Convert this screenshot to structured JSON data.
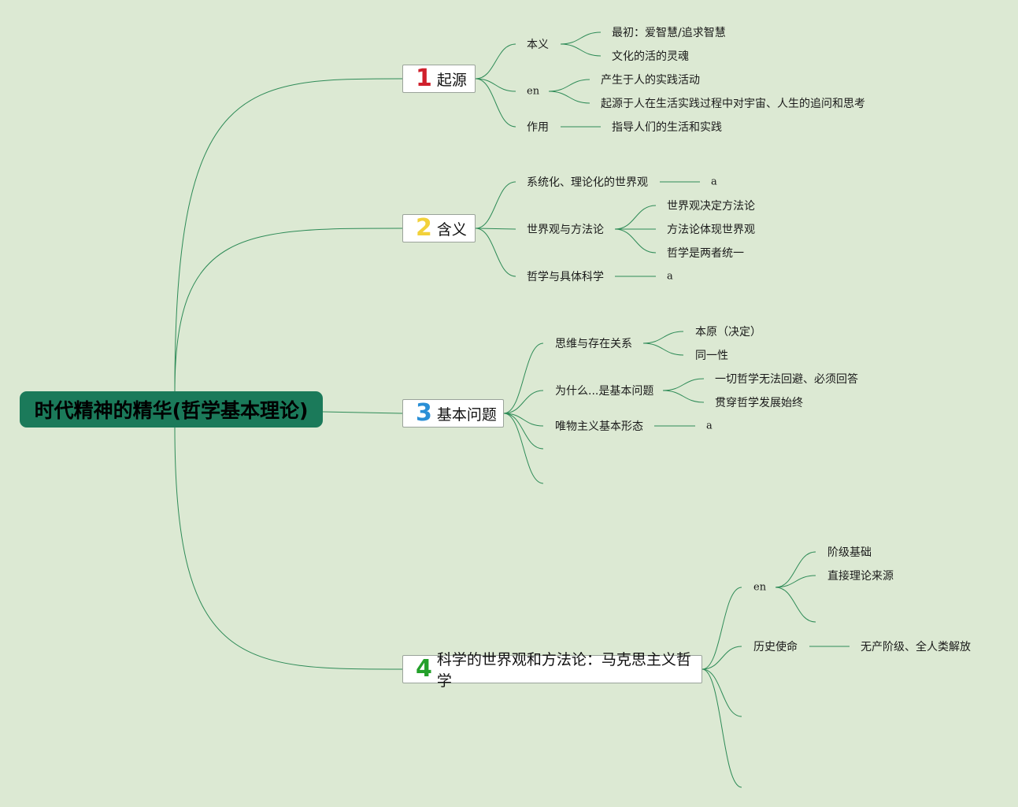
{
  "root": {
    "title": "时代精神的精华(哲学基本理论)"
  },
  "branches": [
    {
      "num": "1",
      "num_color": "#d0202c",
      "label": "起源",
      "children": [
        {
          "label": "本义",
          "children": [
            "最初：爱智慧/追求智慧",
            "文化的活的灵魂"
          ]
        },
        {
          "label": "en",
          "children": [
            "产生于人的实践活动",
            "起源于人在生活实践过程中对宇宙、人生的追问和思考"
          ]
        },
        {
          "label": "作用",
          "children": [
            "指导人们的生活和实践"
          ]
        }
      ]
    },
    {
      "num": "2",
      "num_color": "#f2d13a",
      "label": "含义",
      "children": [
        {
          "label": "系统化、理论化的世界观",
          "children": [
            "a"
          ]
        },
        {
          "label": "世界观与方法论",
          "children": [
            "世界观决定方法论",
            "方法论体现世界观",
            "哲学是两者统一"
          ]
        },
        {
          "label": "哲学与具体科学",
          "children": [
            "a"
          ]
        }
      ]
    },
    {
      "num": "3",
      "num_color": "#2a8fd6",
      "label": "基本问题",
      "children": [
        {
          "label": "思维与存在关系",
          "children": [
            "本原（决定）",
            "同一性"
          ]
        },
        {
          "label": "为什么...是基本问题",
          "children": [
            "一切哲学无法回避、必须回答",
            "贯穿哲学发展始终"
          ]
        },
        {
          "label": "唯物主义基本形态",
          "children": [
            "a"
          ]
        },
        {
          "label": "",
          "children": []
        },
        {
          "label": "",
          "children": []
        }
      ]
    },
    {
      "num": "4",
      "num_color": "#23a02a",
      "label": "科学的世界观和方法论：马克思主义哲学",
      "children": [
        {
          "label": "en",
          "children": [
            "阶级基础",
            "直接理论来源",
            ""
          ]
        },
        {
          "label": "历史使命",
          "children": [
            "无产阶级、全人类解放"
          ]
        },
        {
          "label": "",
          "children": []
        },
        {
          "label": "",
          "children": []
        }
      ]
    }
  ]
}
